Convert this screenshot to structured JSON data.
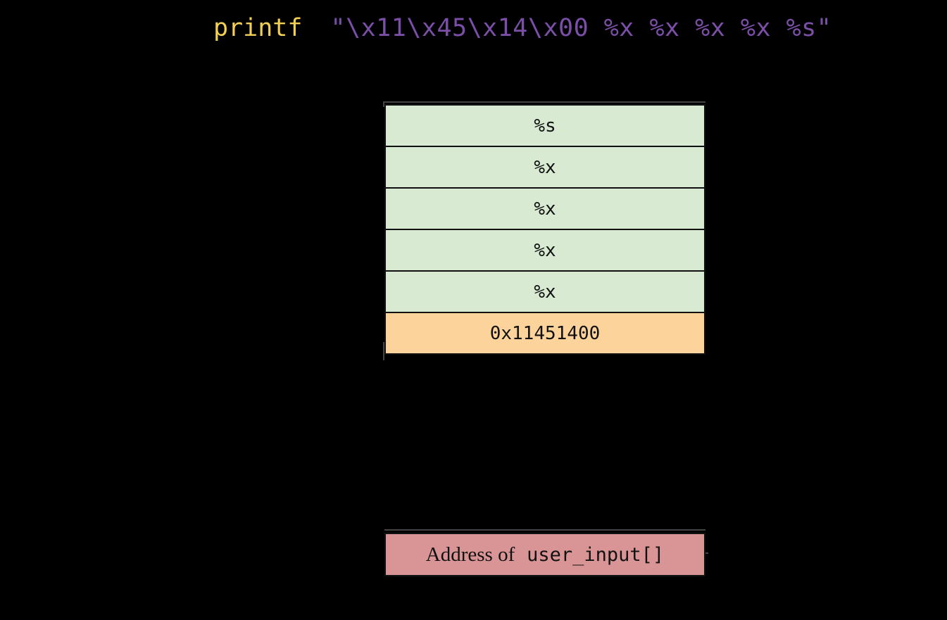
{
  "code": {
    "function": "printf",
    "format_string": "\"\\x11\\x45\\x14\\x00 %x %x %x %x %s\""
  },
  "stack": {
    "cells": [
      {
        "label": "%s",
        "kind": "format-specifier"
      },
      {
        "label": "%x",
        "kind": "format-specifier"
      },
      {
        "label": "%x",
        "kind": "format-specifier"
      },
      {
        "label": "%x",
        "kind": "format-specifier"
      },
      {
        "label": "%x",
        "kind": "format-specifier"
      },
      {
        "label": "0x11451400",
        "kind": "address"
      }
    ]
  },
  "user_input_box": {
    "prefix": "Address of",
    "variable": "user_input[]"
  },
  "colors": {
    "background": "#000000",
    "function_name": "#f2cf55",
    "format_string": "#7b4fa8",
    "format_cell": "#d8ead2",
    "address_cell": "#fcd39b",
    "user_input_box": "#d99595",
    "border": "#111111"
  }
}
